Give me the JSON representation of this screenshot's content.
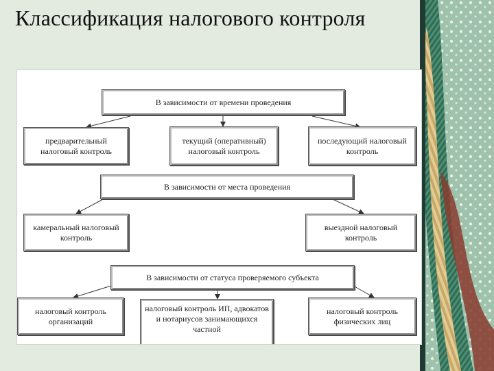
{
  "slide": {
    "title": "Классификация налогового контроля"
  },
  "diagram": {
    "groups": [
      {
        "category": "В зависимости от времени проведения",
        "items": [
          "предварительный налоговый контроль",
          "текущий (оперативный) налоговый контроль",
          "последующий налоговый контроль"
        ]
      },
      {
        "category": "В зависимости от места проведения",
        "items": [
          "камеральный налоговый контроль",
          "выездной налоговый контроль"
        ]
      },
      {
        "category": "В зависимости от статуса проверяемого субъекта",
        "items": [
          "налоговый контроль организаций",
          "налоговый контроль ИП, адвокатов и нотариусов занимающихся частной",
          "налоговый контроль физических лиц"
        ]
      }
    ]
  },
  "colors": {
    "background": "#e3ebe1",
    "box_border": "#555555",
    "arrow": "#333333"
  }
}
